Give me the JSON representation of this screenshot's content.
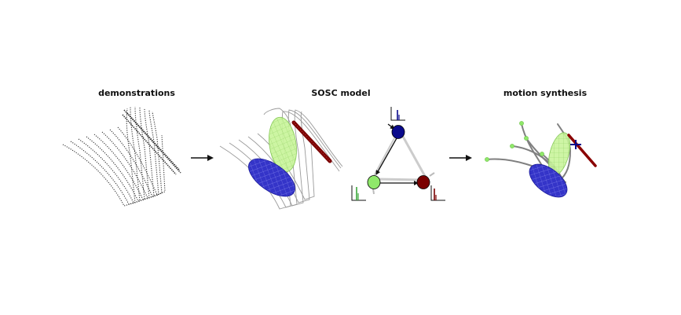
{
  "figure": {
    "panels": [
      {
        "title": "demonstrations"
      },
      {
        "title": "SOSC model"
      },
      {
        "title": "motion synthesis"
      }
    ],
    "colors": {
      "state_blue": "#0a0a8c",
      "state_green": "#8fe86a",
      "state_red": "#7a0000",
      "trajectory_gray": "#8a8a8a",
      "ellipsoid_blue": "#3a3ad0",
      "ellipsoid_green": "#c8f59a"
    },
    "icons": [
      "arrow-right-icon",
      "arrow-right-icon"
    ]
  }
}
